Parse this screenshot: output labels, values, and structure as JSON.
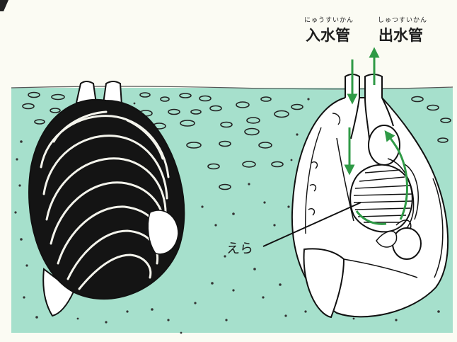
{
  "labels": {
    "inlet": {
      "ruby": "にゅうすいかん",
      "term": "入水管"
    },
    "outlet": {
      "ruby": "しゅつすいかん",
      "term": "出水管"
    },
    "gill": "えら"
  },
  "colors": {
    "sand": "#a6e0cc",
    "paper": "#fbfbf3",
    "ink": "#111111",
    "flow_arrow": "#2f9a46"
  },
  "icons": [
    "clam-shell-exterior",
    "clam-anatomy-cross-section",
    "water-flow-arrow"
  ]
}
